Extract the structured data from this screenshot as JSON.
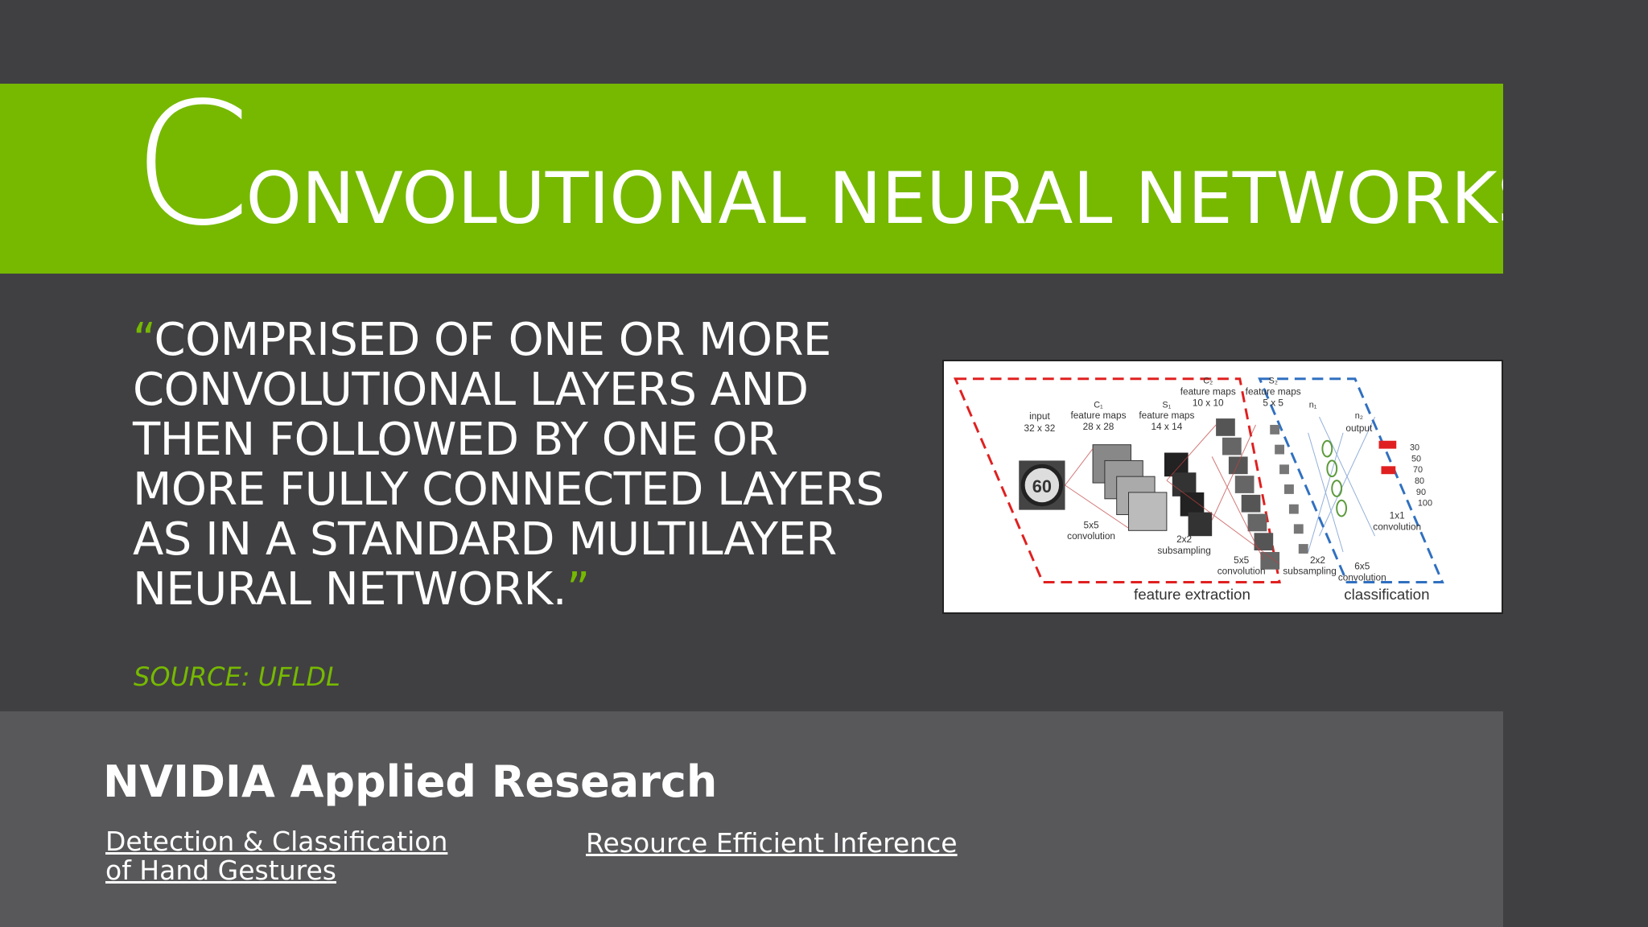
{
  "slide": {
    "title_initial": "C",
    "title_rest": "ONVOLUTIONAL NEURAL NETWORKS",
    "quote_open": "“",
    "quote_text": "COMPRISED OF ONE OR MORE CONVOLUTIONAL LAYERS AND THEN FOLLOWED BY ONE OR MORE FULLY CONNECTED LAYERS AS IN A STANDARD MULTILAYER NEURAL NETWORK.",
    "quote_close": "”",
    "source": "SOURCE: UFLDL",
    "accent_color": "#76b900"
  },
  "figure": {
    "labels": {
      "input": "input",
      "input_size": "32 x 32",
      "c1": "C₁",
      "c1_desc": "feature maps",
      "c1_size": "28 x 28",
      "s1": "S₁",
      "s1_desc": "feature maps",
      "s1_size": "14 x 14",
      "c2": "C₂",
      "c2_desc": "feature maps",
      "c2_size": "10 x 10",
      "s2": "S₂",
      "s2_desc": "feature maps",
      "s2_size": "5 x 5",
      "n1": "n₁",
      "n2": "n₂",
      "output": "output",
      "conv1": "5x5",
      "conv1_b": "convolution",
      "sub1": "2x2",
      "sub1_b": "subsampling",
      "conv2": "5x5",
      "conv2_b": "convolution",
      "sub2": "2x2",
      "sub2_b": "subsampling",
      "conv3": "6x5",
      "conv3_b": "convolution",
      "conv4": "1x1",
      "conv4_b": "convolution",
      "sign": "60",
      "out_values": [
        "30",
        "50",
        "70",
        "80",
        "90",
        "100"
      ],
      "feature_extraction": "feature extraction",
      "classification": "classification"
    }
  },
  "footer": {
    "title": "NVIDIA Applied Research",
    "link1": "Detection & Classification of Hand Gestures",
    "link2": "Resource Efficient Inference"
  }
}
